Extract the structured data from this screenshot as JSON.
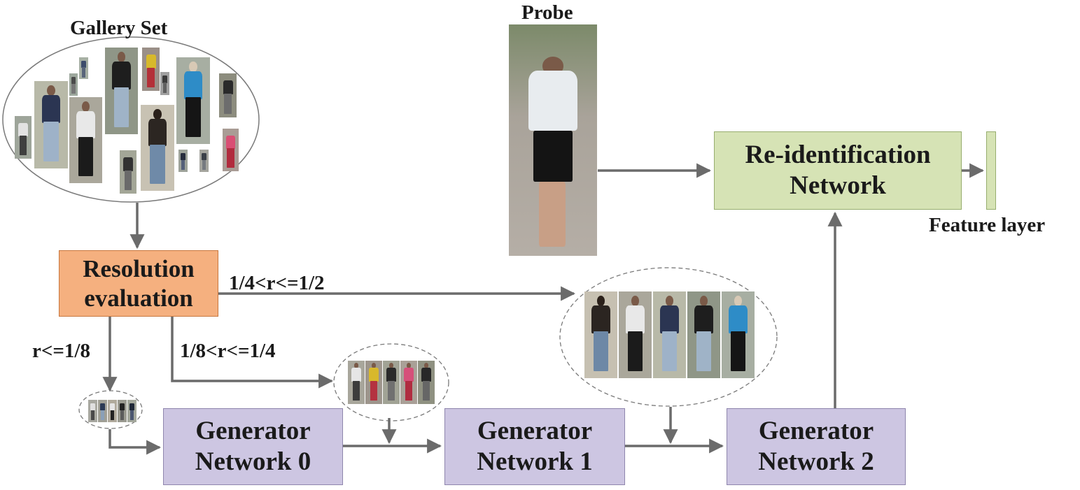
{
  "labels": {
    "gallery_set": "Gallery Set",
    "probe": "Probe",
    "feature_layer": "Feature layer",
    "range_high": "1/4<r<=1/2",
    "range_low": "r<=1/8",
    "range_mid": "1/8<r<=1/4"
  },
  "boxes": {
    "resolution": [
      "Resolution",
      "evaluation"
    ],
    "reid": [
      "Re-identification",
      "Network"
    ],
    "gen0": [
      "Generator",
      "Network 0"
    ],
    "gen1": [
      "Generator",
      "Network 1"
    ],
    "gen2": [
      "Generator",
      "Network 2"
    ]
  },
  "colors": {
    "resolution_fill": "#f5b07f",
    "resolution_border": "#c7773f",
    "reid_fill": "#d6e3b5",
    "reid_border": "#97ad6e",
    "generator_fill": "#cdc6e2",
    "generator_border": "#8f86ad",
    "feature_fill": "#d6e3b5",
    "arrow": "#6b6b6b"
  }
}
